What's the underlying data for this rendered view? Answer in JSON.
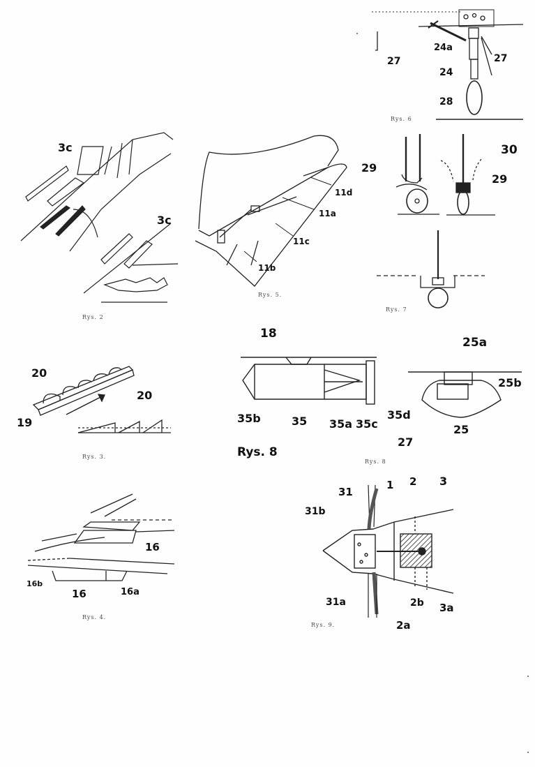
{
  "fig6": {
    "caption": "Rys. 6",
    "labels": [
      "27",
      "24a",
      "27",
      "24",
      "28"
    ]
  },
  "fig2": {
    "caption": "Rys. 2",
    "labels": [
      "3c",
      "3c"
    ]
  },
  "fig5": {
    "caption": "Rys. 5.",
    "labels": [
      "11d",
      "11a",
      "11c",
      "11b"
    ]
  },
  "fig7": {
    "caption": "Rys. 7",
    "labels": [
      "29",
      "30",
      "29"
    ]
  },
  "fig3": {
    "caption": "Rys. 3.",
    "labels": [
      "20",
      "20",
      "19"
    ]
  },
  "fig8a": {
    "title": "Rys. 8",
    "labels": [
      "18",
      "35b",
      "35",
      "35a",
      "35c",
      "35d"
    ]
  },
  "fig8b": {
    "caption": "Rys. 8",
    "labels": [
      "25a",
      "25b",
      "25",
      "27"
    ]
  },
  "fig4": {
    "caption": "Rys. 4.",
    "labels": [
      "16",
      "16b",
      "16",
      "16a"
    ]
  },
  "fig9": {
    "caption": "Rys. 9.",
    "labels": [
      "31",
      "1",
      "2",
      "3",
      "31b",
      "31a",
      "2b",
      "3a",
      "2a"
    ]
  }
}
